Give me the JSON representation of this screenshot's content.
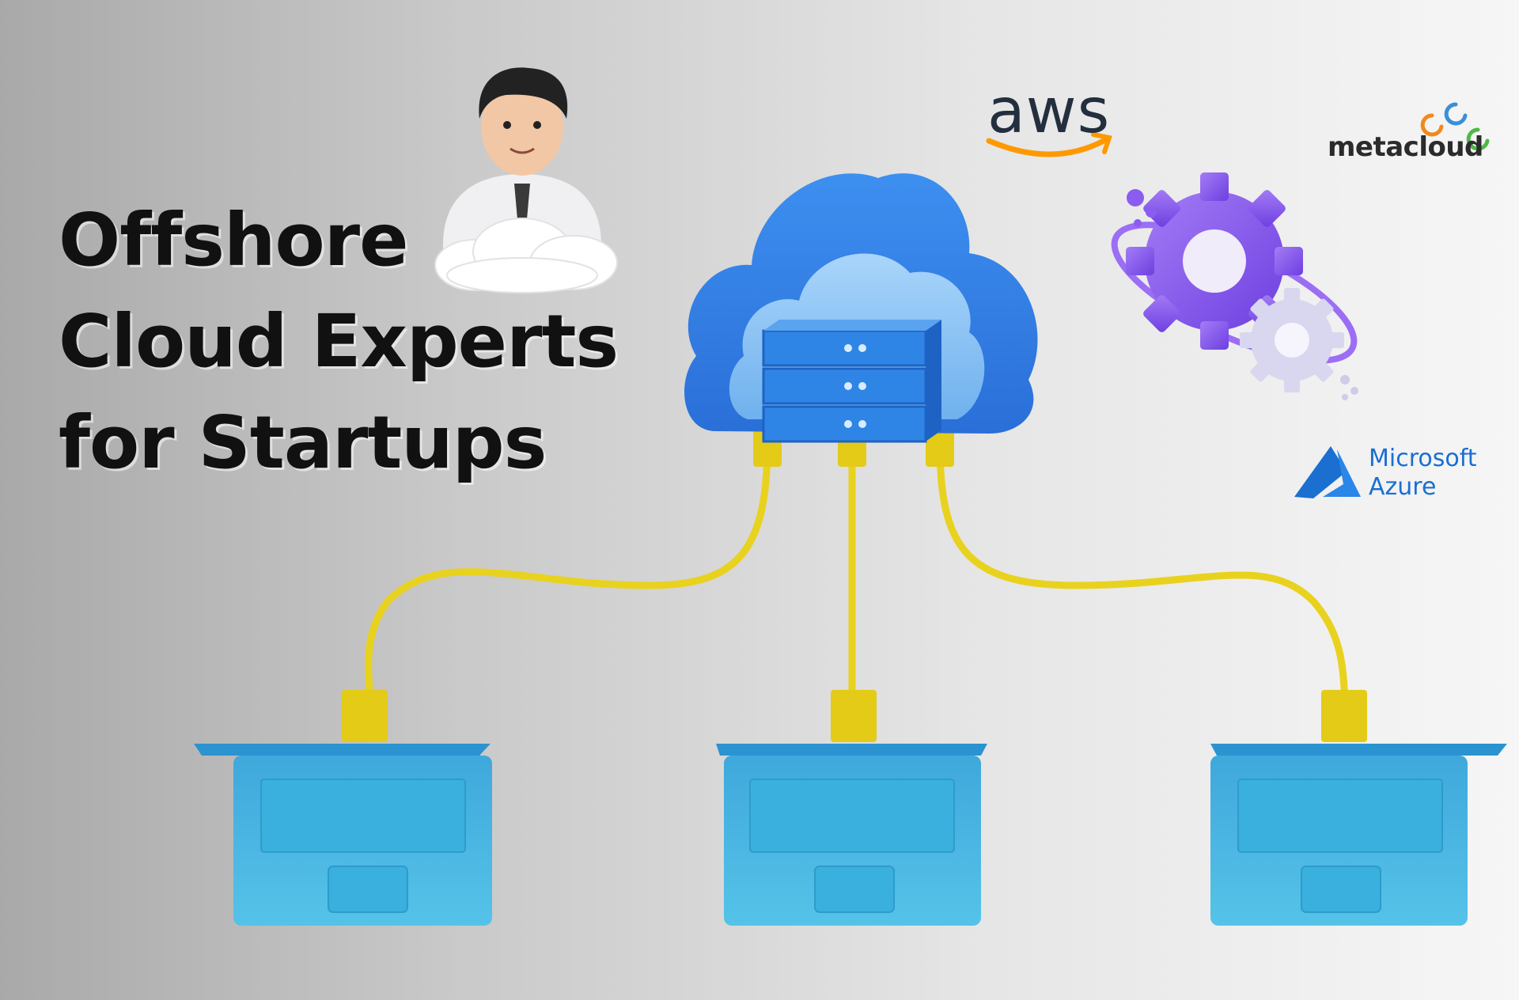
{
  "headline": {
    "lines": [
      "Offshore",
      "Cloud Experts",
      "for Startups"
    ]
  },
  "logos": {
    "aws": "aws",
    "metacloud": "metacloud",
    "azure": [
      "Microsoft",
      "Azure"
    ]
  },
  "icons": {
    "person": "businessman-on-cloud-icon",
    "cloud": "cloud-server-icon",
    "gears": "gears-icon",
    "laptops": "laptop-icon",
    "cables": "network-cable-icon"
  },
  "colors": {
    "cloud_dark": "#2f7fe8",
    "cloud_light": "#8cc4f5",
    "cable": "#e8d21e",
    "laptop": "#45b6e0",
    "gear": "#8b5cf0",
    "aws_smile": "#ff9900",
    "azure": "#1a6fd1",
    "headline": "#111111"
  }
}
